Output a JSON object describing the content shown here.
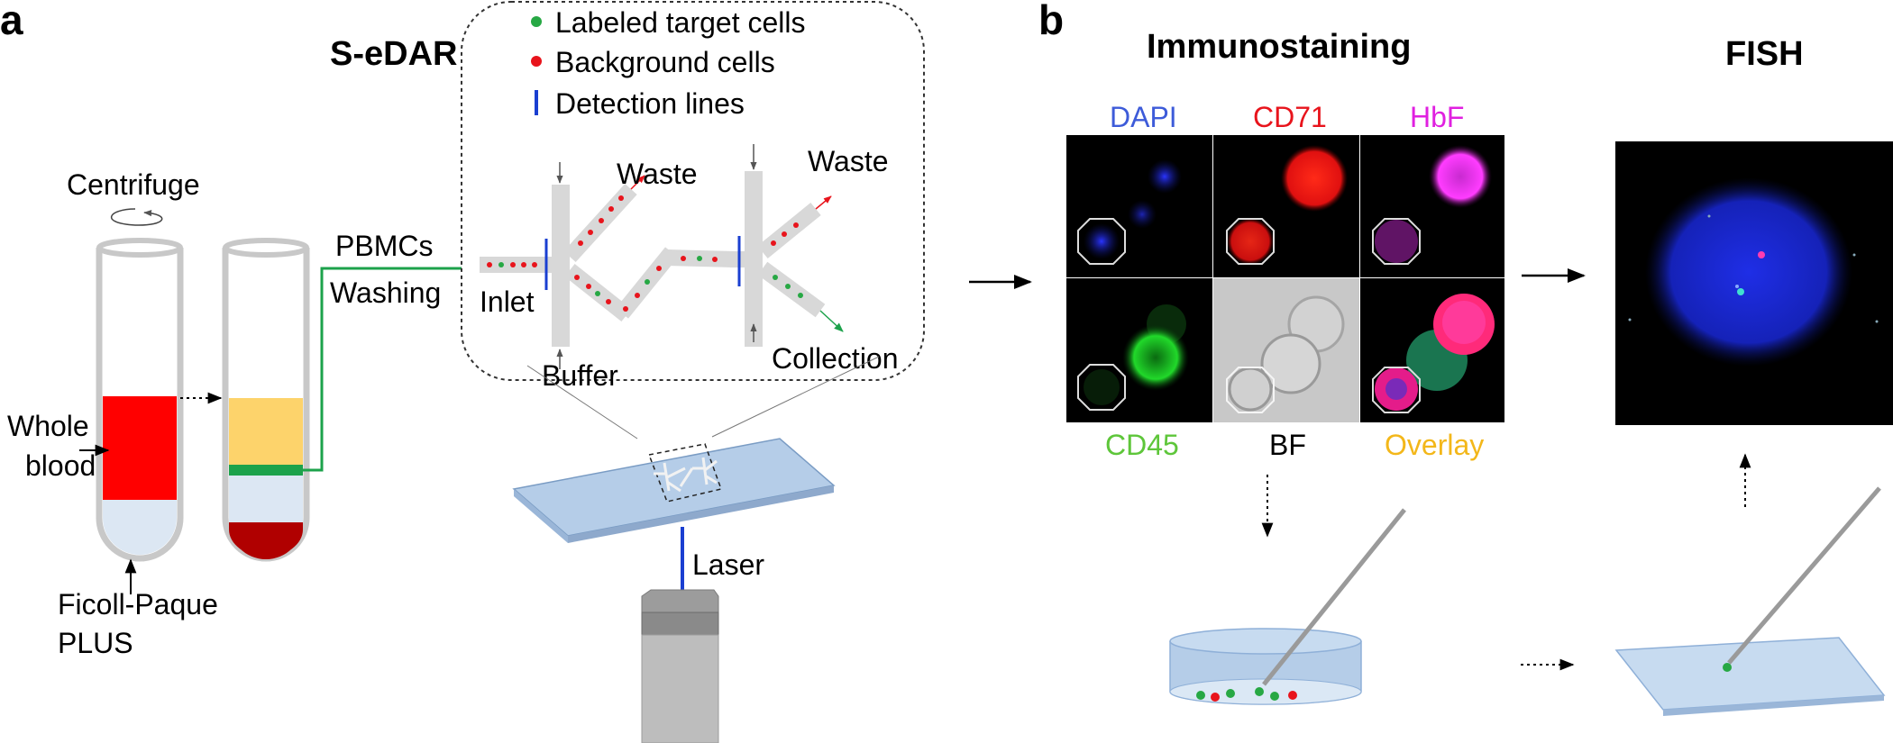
{
  "panel_a": {
    "letter": "a",
    "centrifuge": "Centrifuge",
    "whole_blood_line1": "Whole",
    "whole_blood_line2": "blood",
    "ficoll_line1": "Ficoll-Paque",
    "ficoll_line2": "PLUS",
    "pbmcs": "PBMCs",
    "washing": "Washing",
    "sedar_title": "S-eDAR",
    "legend": {
      "labeled": "Labeled target cells",
      "background": "Background cells",
      "detection": "Detection lines"
    },
    "inlet": "Inlet",
    "buffer": "Buffer",
    "waste_1": "Waste",
    "waste_2": "Waste",
    "collection": "Collection",
    "laser": "Laser"
  },
  "panel_b": {
    "letter": "b",
    "immunostaining": "Immunostaining",
    "fish": "FISH",
    "channels": {
      "dapi": "DAPI",
      "cd71": "CD71",
      "hbf": "HbF",
      "cd45": "CD45",
      "bf": "BF",
      "overlay": "Overlay"
    }
  },
  "colors": {
    "labeled_cell": "#27a844",
    "background_cell": "#e8141c",
    "detection_line": "#1a3fd1",
    "pbmc_layer": "#1ca24b",
    "plasma": "#fdd36b",
    "red_blood": "#ff0000",
    "dapi": "#3d5bd9",
    "cd71": "#e8141c",
    "hbf": "#e020e0",
    "cd45": "#5ec63a",
    "overlay": "#f3b71a"
  }
}
